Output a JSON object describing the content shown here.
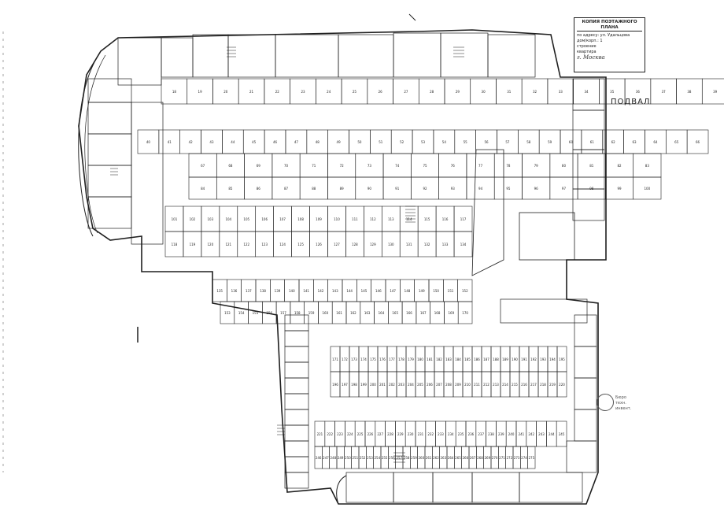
{
  "title_block": {
    "heading": "КОПИЯ ПОЭТАЖНОГО ПЛАНА",
    "lines": [
      "по адресу: ул. Удальцова",
      "дом/корп.: 1",
      "строение",
      "квартира",
      "г. Москва"
    ]
  },
  "floor_label": "ПОДВАЛ",
  "stamp_lines": [
    "Бюро",
    "техн. инвент."
  ],
  "colors": {
    "ink": "#1f1f1f",
    "paper": "#ffffff"
  },
  "stall_rows": [
    {
      "count": 22,
      "labels": [
        "18",
        "19",
        "20",
        "21",
        "22",
        "23",
        "24",
        "25",
        "26",
        "27",
        "28",
        "29",
        "30",
        "31",
        "32",
        "33",
        "34",
        "35",
        "36",
        "37",
        "38",
        "39"
      ]
    },
    {
      "count": 27,
      "labels": [
        "40",
        "41",
        "42",
        "43",
        "44",
        "45",
        "46",
        "47",
        "48",
        "49",
        "50",
        "51",
        "52",
        "53",
        "54",
        "55",
        "56",
        "57",
        "58",
        "59",
        "60",
        "61",
        "62",
        "63",
        "64",
        "65",
        "66"
      ]
    },
    {
      "count": 17,
      "labels": [
        "67",
        "68",
        "69",
        "70",
        "71",
        "72",
        "73",
        "74",
        "75",
        "76",
        "77",
        "78",
        "79",
        "80",
        "81",
        "82",
        "83"
      ]
    },
    {
      "count": 17,
      "labels": [
        "84",
        "85",
        "86",
        "87",
        "88",
        "89",
        "90",
        "91",
        "92",
        "93",
        "94",
        "95",
        "96",
        "97",
        "98",
        "99",
        "100"
      ]
    },
    {
      "count": 17,
      "labels": [
        "101",
        "102",
        "103",
        "104",
        "105",
        "106",
        "107",
        "108",
        "109",
        "110",
        "111",
        "112",
        "113",
        "114",
        "115",
        "116",
        "117"
      ]
    },
    {
      "count": 17,
      "labels": [
        "118",
        "119",
        "120",
        "121",
        "122",
        "123",
        "124",
        "125",
        "126",
        "127",
        "128",
        "129",
        "130",
        "131",
        "132",
        "133",
        "134"
      ]
    },
    {
      "count": 18,
      "labels": [
        "135",
        "136",
        "137",
        "138",
        "139",
        "140",
        "141",
        "142",
        "143",
        "144",
        "145",
        "146",
        "147",
        "148",
        "149",
        "150",
        "151",
        "152"
      ]
    },
    {
      "count": 18,
      "labels": [
        "153",
        "154",
        "155",
        "156",
        "157",
        "158",
        "159",
        "160",
        "161",
        "162",
        "163",
        "164",
        "165",
        "166",
        "167",
        "168",
        "169",
        "170"
      ]
    },
    {
      "count": 25,
      "labels": [
        "171",
        "172",
        "173",
        "174",
        "175",
        "176",
        "177",
        "178",
        "179",
        "180",
        "181",
        "182",
        "183",
        "184",
        "185",
        "186",
        "187",
        "188",
        "189",
        "190",
        "191",
        "192",
        "193",
        "194",
        "195"
      ]
    },
    {
      "count": 25,
      "labels": [
        "196",
        "197",
        "198",
        "199",
        "200",
        "201",
        "202",
        "203",
        "204",
        "205",
        "206",
        "207",
        "208",
        "209",
        "210",
        "211",
        "212",
        "213",
        "214",
        "215",
        "216",
        "217",
        "218",
        "219",
        "220"
      ]
    },
    {
      "count": 25,
      "labels": [
        "221",
        "222",
        "223",
        "224",
        "225",
        "226",
        "227",
        "228",
        "229",
        "230",
        "231",
        "232",
        "233",
        "234",
        "235",
        "236",
        "237",
        "238",
        "239",
        "240",
        "241",
        "242",
        "243",
        "244",
        "245"
      ]
    },
    {
      "count": 30,
      "labels": [
        "246",
        "247",
        "248",
        "249",
        "250",
        "251",
        "252",
        "253",
        "254",
        "255",
        "256",
        "257",
        "258",
        "259",
        "260",
        "261",
        "262",
        "263",
        "264",
        "265",
        "266",
        "267",
        "268",
        "269",
        "270",
        "271",
        "272",
        "273",
        "274",
        "275"
      ]
    }
  ]
}
